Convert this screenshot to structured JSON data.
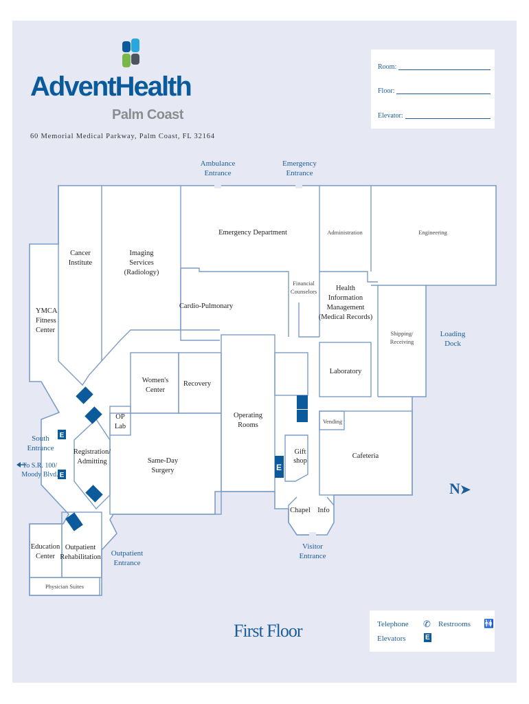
{
  "header": {
    "brand": "AdventHealth",
    "sub_brand": "Palm Coast",
    "address": "60 Memorial Medical Parkway, Palm Coast, FL 32164"
  },
  "info_box": {
    "room_label": "Room:",
    "floor_label": "Floor:",
    "elevator_label": "Elevator:"
  },
  "entrances": {
    "ambulance": [
      "Ambulance",
      "Entrance"
    ],
    "emergency": [
      "Emergency",
      "Entrance"
    ],
    "south": [
      "South",
      "Entrance"
    ],
    "south_direction": [
      "To S.R. 100/",
      "Moody Blvd."
    ],
    "outpatient": [
      "Outpatient",
      "Entrance"
    ],
    "visitor": [
      "Visitor",
      "Entrance"
    ],
    "loading": [
      "Loading",
      "Dock"
    ]
  },
  "rooms": {
    "emergency_department": "Emergency Department",
    "administration": "Administration",
    "engineering": "Engineering",
    "cancer_institute": [
      "Cancer",
      "Institute"
    ],
    "imaging": [
      "Imaging",
      "Services",
      "(Radiology)"
    ],
    "financial_counselors": [
      "Financial",
      "Counselors"
    ],
    "him": [
      "Health",
      "Information",
      "Management",
      "(Medical Records)"
    ],
    "cardio_pulmonary": "Cardio-Pulmonary",
    "ymca": [
      "YMCA",
      "Fitness",
      "Center"
    ],
    "shipping": [
      "Shipping/",
      "Receiving"
    ],
    "laboratory": "Laboratory",
    "womens_center": [
      "Women's",
      "Center"
    ],
    "recovery": "Recovery",
    "op_lab": [
      "OP",
      "Lab"
    ],
    "operating_rooms": [
      "Operating",
      "Rooms"
    ],
    "vending": "Vending",
    "registration": [
      "Registration/",
      "Admitting"
    ],
    "same_day_surgery": [
      "Same-Day",
      "Surgery"
    ],
    "gift_shop": [
      "Gift",
      "shop"
    ],
    "cafeteria": "Cafeteria",
    "chapel": "Chapel",
    "info": "Info",
    "education_center": [
      "Education",
      "Center"
    ],
    "outpatient_rehab": [
      "Outpatient",
      "Rehabilitation"
    ],
    "physician_suites": "Physician Suites"
  },
  "elevator_glyph": "E",
  "north_label": "N",
  "floor_title": "First Floor",
  "legend": {
    "telephone": "Telephone",
    "restrooms": "Restrooms",
    "elevators": "Elevators"
  },
  "colors": {
    "brand_blue": "#0a5a9c",
    "wall": "#7a9cc8",
    "label_blue": "#1b5c99",
    "background": "#e6e9f3"
  }
}
